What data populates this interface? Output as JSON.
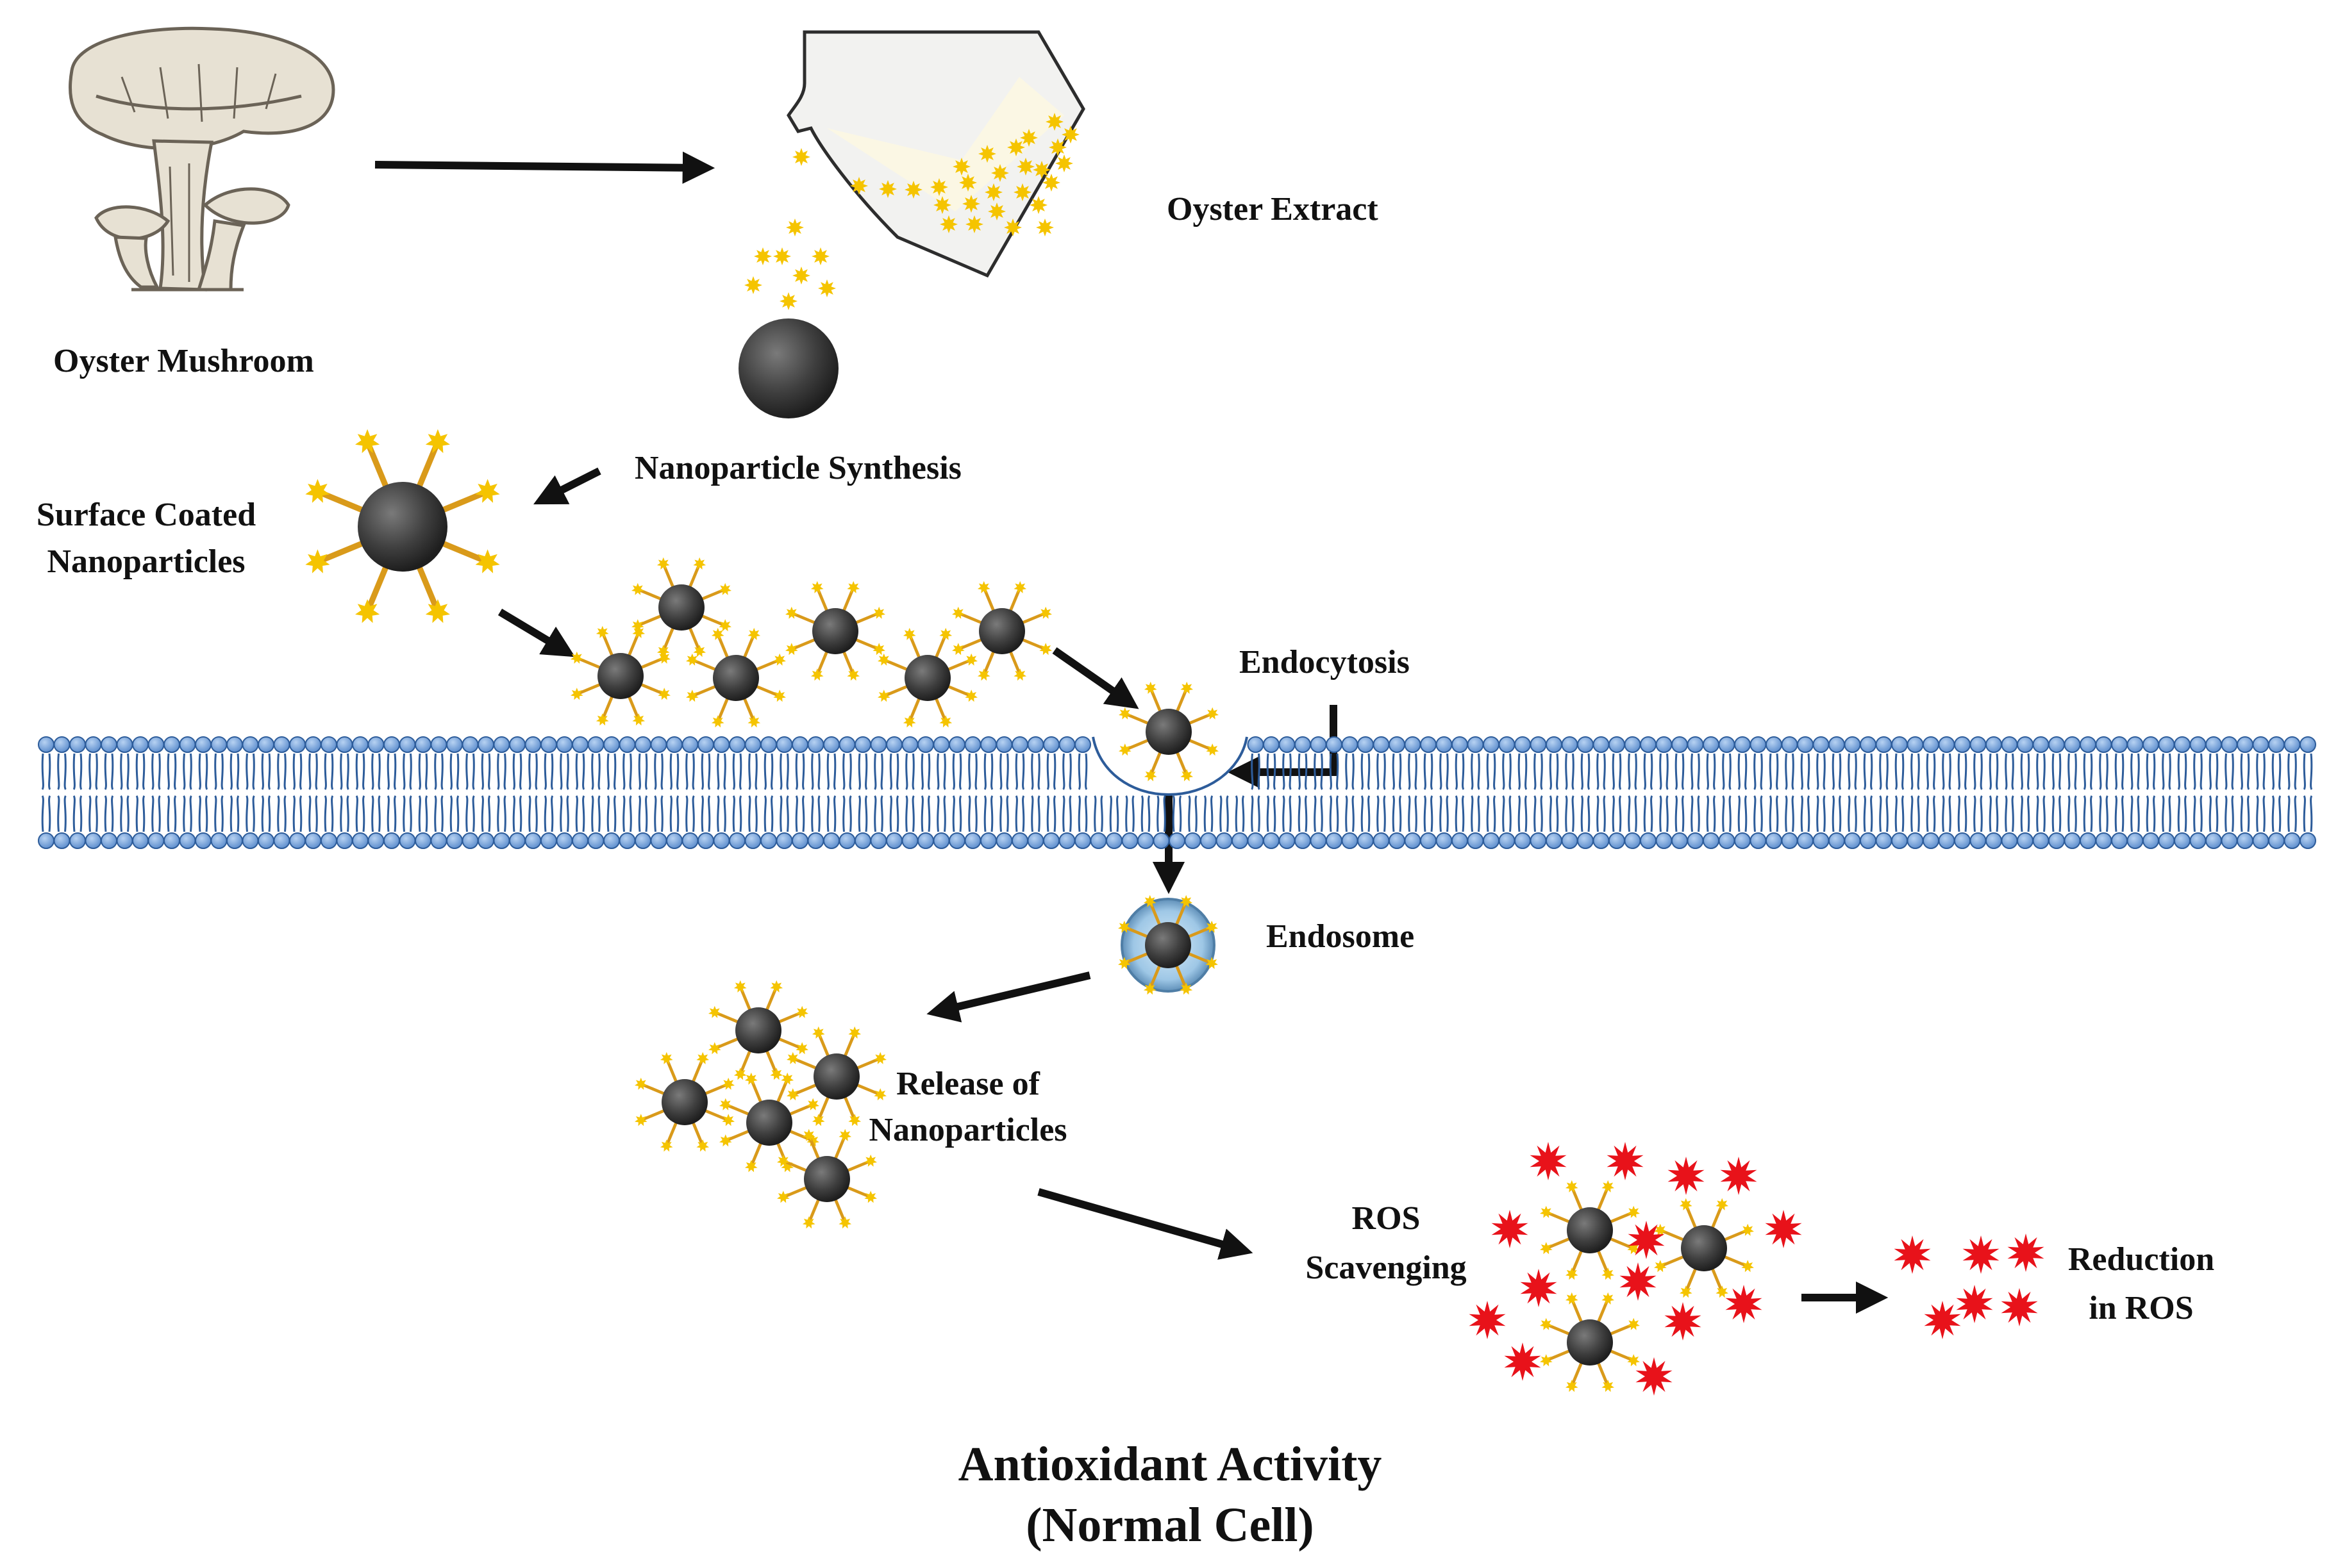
{
  "labels": {
    "oyster_mushroom": "Oyster Mushroom",
    "oyster_extract": "Oyster Extract",
    "nanoparticle_synthesis": "Nanoparticle Synthesis",
    "surface_coated_1": "Surface Coated",
    "surface_coated_2": "Nanoparticles",
    "endocytosis": "Endocytosis",
    "endosome": "Endosome",
    "release_1": "Release of",
    "release_2": "Nanoparticles",
    "ros_1": "ROS",
    "ros_2": "Scavenging",
    "reduction_1": "Reduction",
    "reduction_2": "in ROS",
    "footer_1": "Antioxidant Activity",
    "footer_2": "(Normal Cell)"
  },
  "colors": {
    "arrow": "#111111",
    "nanoparticle_core": "#3f3f3f",
    "coating": "#f5c400",
    "coating_stem": "#d99a1a",
    "membrane_head": "#6e9fd9",
    "membrane_head_edge": "#2d5c9a",
    "ros": "#e8121a",
    "endosome": "#9ec7e6",
    "mushroom": "#e7e1d3"
  }
}
